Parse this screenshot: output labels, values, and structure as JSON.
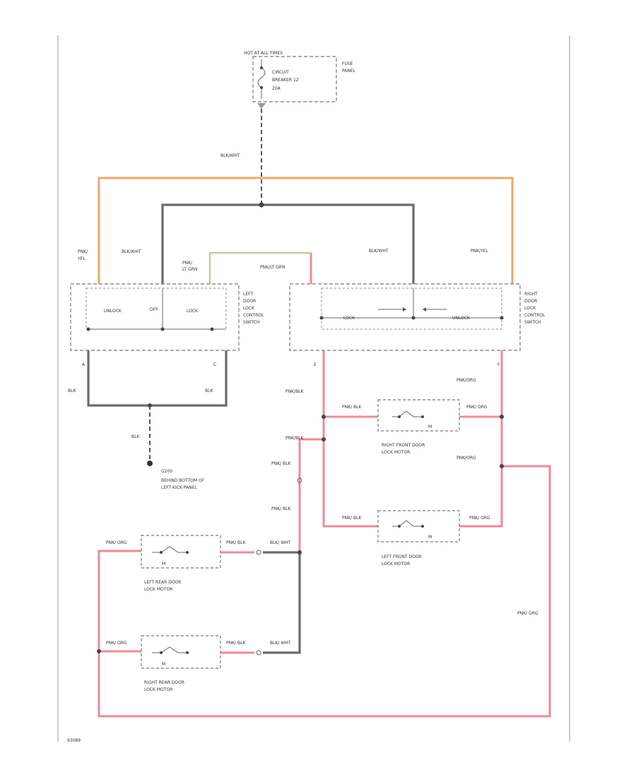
{
  "power": {
    "hot_label": "HOT AT ALL TIMES",
    "breaker_line1": "CIRCUIT",
    "breaker_line2": "BREAKER 12",
    "breaker_rating": "20A",
    "panel_line1": "FUSE",
    "panel_line2": "PANEL",
    "feed_wire": "BLK/WHT"
  },
  "left_switch": {
    "name_lines": [
      "LEFT",
      "DOOR",
      "LOCK",
      "CONTROL",
      "SWITCH"
    ],
    "unlock": "UNLOCK",
    "off": "OFF",
    "lock": "LOCK",
    "wire_outer": "PNK/YEL",
    "wire_feed": "BLK/WHT",
    "wire_mid": "PNK/LT GRN",
    "pin_a": "A",
    "pin_c": "C",
    "ground_wire_left": "BLK",
    "ground_wire_right": "BLK",
    "ground_wire_down": "BLK"
  },
  "ground": {
    "id": "G200",
    "desc_line1": "BEHIND BOTTOM OF",
    "desc_line2": "LEFT KICK PANEL"
  },
  "right_switch": {
    "name_lines": [
      "RIGHT",
      "DOOR",
      "LOCK",
      "CONTROL",
      "SWITCH"
    ],
    "lock": "LOCK",
    "unlock": "UNLOCK",
    "wire_feed": "BLK/WHT",
    "wire_outer": "PNK/YEL",
    "wire_cross": "PNK/LT GRN",
    "pin_e": "E",
    "pin_f": "F",
    "wire_left_down": "PNK/BLK",
    "wire_right_down": "PNK/ORG"
  },
  "motors": {
    "rf": {
      "name_line1": "RIGHT FRONT DOOR",
      "name_line2": "LOCK MOTOR",
      "m": "M",
      "left_wire": "PNK/ BLK",
      "right_wire": "PNK/ ORG"
    },
    "lf": {
      "name_line1": "LEFT FRONT DOOR",
      "name_line2": "LOCK MOTOR",
      "m": "M",
      "left_wire": "PNK/ BLK",
      "right_wire": "PNK/ ORG"
    },
    "lr": {
      "name_line1": "LEFT REAR DOOR",
      "name_line2": "LOCK MOTOR",
      "m": "M",
      "left_wire": "PNK/ ORG",
      "right_wire": "PNK/ BLK",
      "far_wire": "BLK/ WHT"
    },
    "rr": {
      "name_line1": "RIGHT REAR DOOR",
      "name_line2": "LOCK MOTOR",
      "m": "M",
      "left_wire": "PNK/ ORG",
      "right_wire": "PNK/ BLK",
      "far_wire": "BLK/ WHT"
    }
  },
  "wires": {
    "pnk_blk_1": "PNK/BLK",
    "pnk_blk_2": "PNK/ BLK",
    "pnk_blk_3": "PNK/ BLK",
    "pnk_org_1": "PNK/ORG",
    "pnk_org_2": "PNK/ ORG"
  },
  "footer": {
    "code": "93089"
  },
  "colors": {
    "pink": "#f08a96",
    "black": "#6a6a6a",
    "orange": "#f4a46a",
    "green": "#b6c98a"
  }
}
